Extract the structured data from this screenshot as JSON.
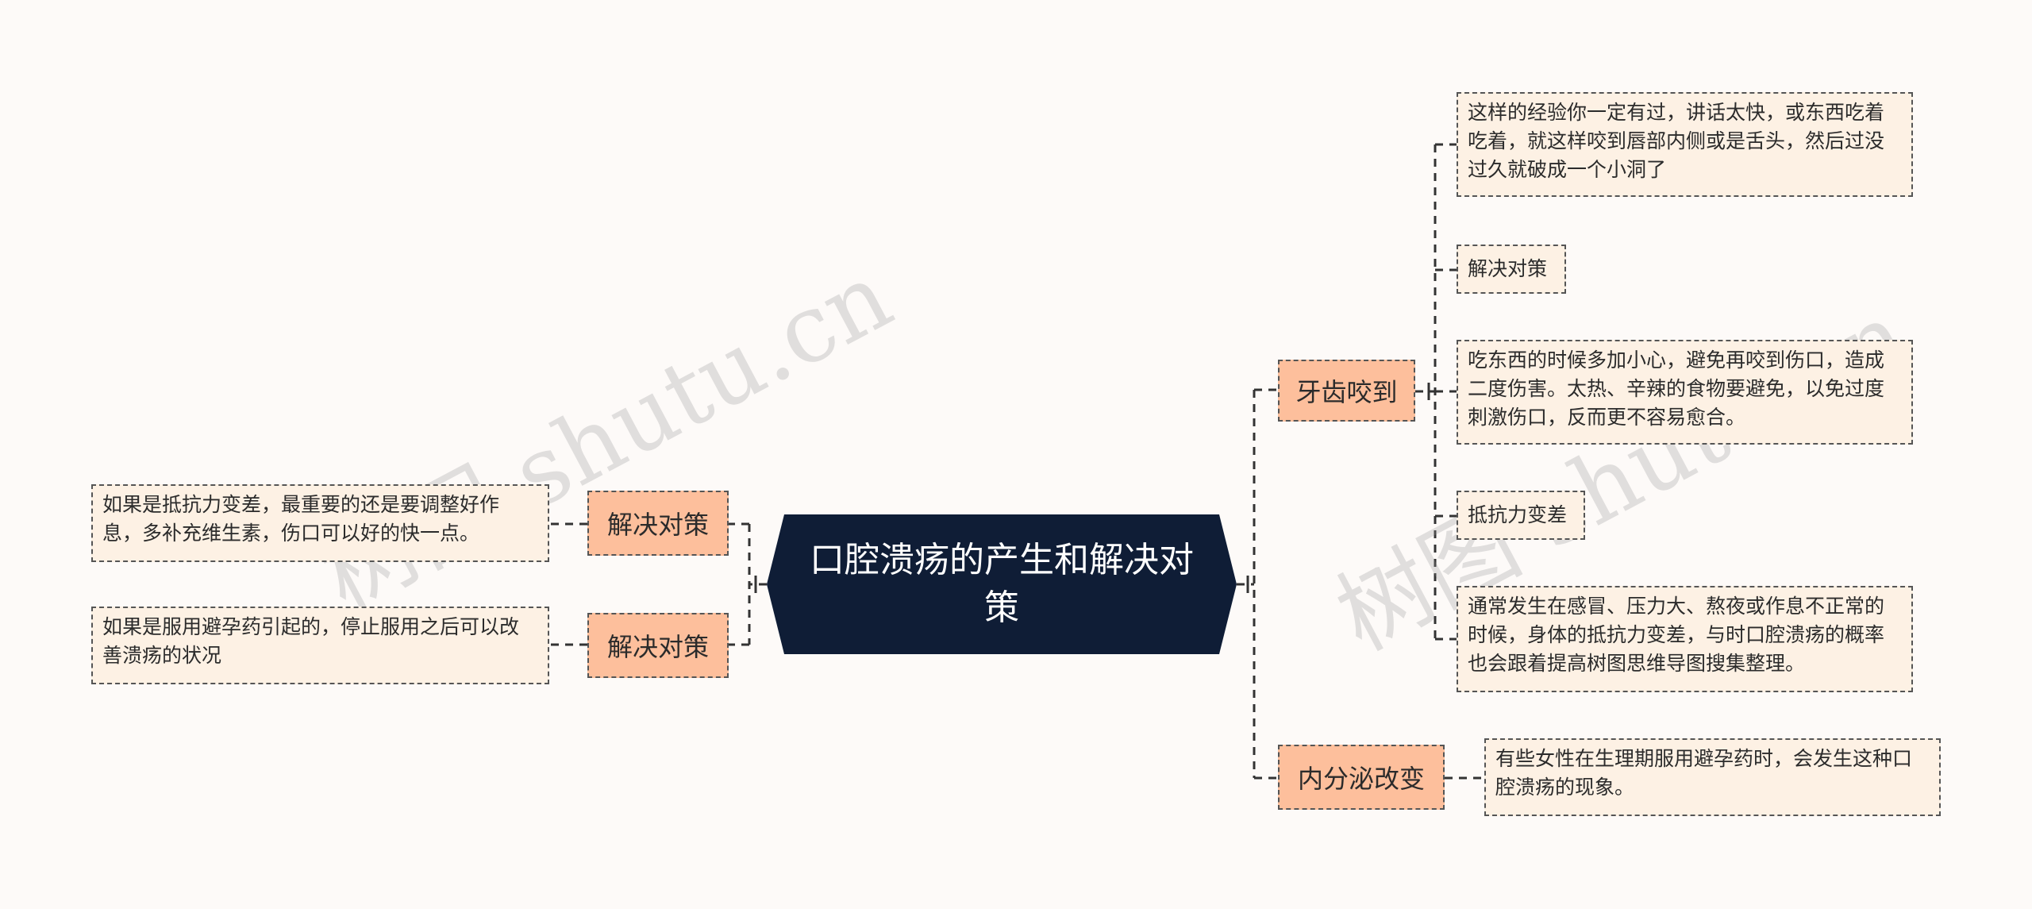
{
  "colors": {
    "background": "#fdfaf8",
    "root_fill": "#0f1d36",
    "branch_fill": "#fdbf9c",
    "leaf_fill": "#fdf1e4",
    "connector": "#333333"
  },
  "root": {
    "label": "口腔溃疡的产生和解决对策"
  },
  "right": {
    "branch1": {
      "label": "牙齿咬到",
      "leaves": [
        "这样的经验你一定有过，讲话太快，或东西吃着吃着，就这样咬到唇部内侧或是舌头，然后过没过久就破成一个小洞了",
        "解决对策",
        "吃东西的时候多加小心，避免再咬到伤口，造成二度伤害。太热、辛辣的食物要避免，以免过度刺激伤口，反而更不容易愈合。",
        "抵抗力变差",
        "通常发生在感冒、压力大、熬夜或作息不正常的时候，身体的抵抗力变差，与时口腔溃疡的概率也会跟着提高树图思维导图搜集整理。"
      ]
    },
    "branch2": {
      "label": "内分泌改变",
      "leaves": [
        "有些女性在生理期服用避孕药时，会发生这种口腔溃疡的现象。"
      ]
    }
  },
  "left": {
    "branch1": {
      "label": "解决对策",
      "leaf": "如果是抵抗力变差，最重要的还是要调整好作息，多补充维生素，伤口可以好的快一点。"
    },
    "branch2": {
      "label": "解决对策",
      "leaf": "如果是服用避孕药引起的，停止服用之后可以改善溃疡的状况"
    }
  },
  "watermark": [
    "树图 shutu.cn",
    "树图 shutu.cn"
  ]
}
